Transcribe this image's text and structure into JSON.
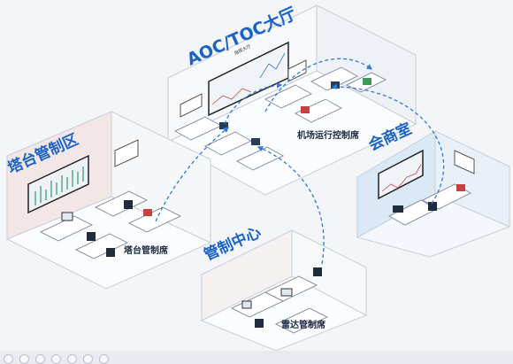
{
  "labels": {
    "aoc_toc_hall": "AOC/TOC大厅",
    "tower_zone": "塔台管制区",
    "control_center": "管制中心",
    "meeting_room": "会商室",
    "airport_ops_seat": "机场运行控制席",
    "tower_seat": "塔台管制席",
    "radar_seat": "雷达管制席",
    "screen_title": "指挥大厅"
  },
  "colors": {
    "label_blue": "#1b63c6",
    "dash_blue": "#2d7ae0",
    "meeting_room_tint": "#dbe9f7",
    "tower_room_tint": "#f3e6e6"
  }
}
